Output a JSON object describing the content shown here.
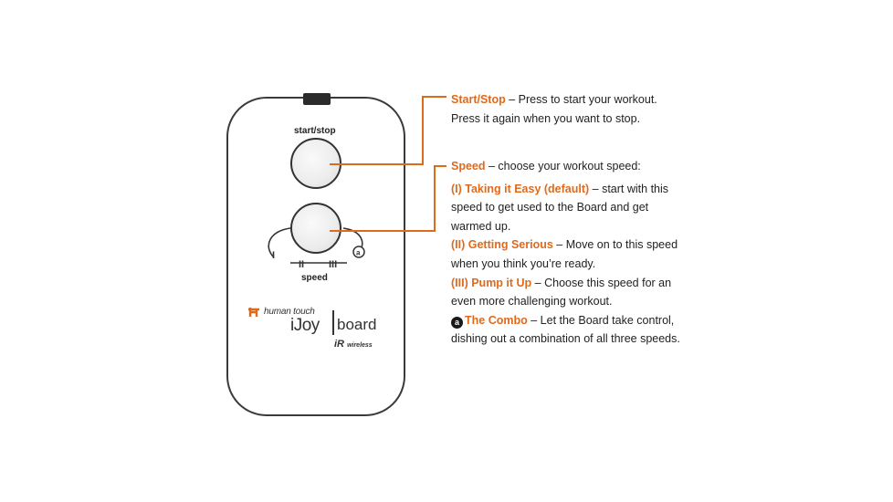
{
  "remote": {
    "start_label": "start/stop",
    "speed_label": "speed",
    "speed_positions": [
      "I",
      "II",
      "III"
    ],
    "combo_symbol": "a",
    "brand": {
      "human_touch": "human touch",
      "tm": "·",
      "ijoy": "iJoy",
      "board": "board",
      "ir": "iR",
      "wireless": "wireless"
    }
  },
  "descriptions": {
    "start": {
      "title": "Start/Stop",
      "text": "– Press to start your workout. Press it again when you want to stop."
    },
    "speed": {
      "title": "Speed",
      "text": "– choose your workout speed:",
      "items": [
        {
          "title": "(I) Taking it Easy  (default)",
          "text": "– start with this speed to get used to the Board and get warmed up."
        },
        {
          "title": "(II) Getting Serious",
          "text": "– Move on to this speed when you think you’re ready."
        },
        {
          "title": "(III) Pump it Up",
          "text": "– Choose this speed for an even more challenging workout."
        },
        {
          "title": "The Combo",
          "text": "– Let the Board take control, dishing out a combination of all three speeds.",
          "icon": "a"
        }
      ]
    }
  },
  "colors": {
    "accent": "#e06a1b",
    "outline": "#333333"
  }
}
